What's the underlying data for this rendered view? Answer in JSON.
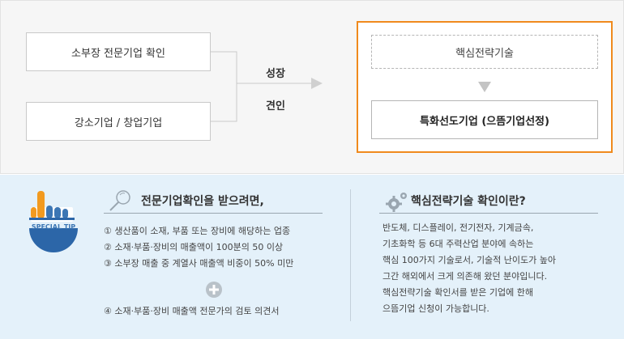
{
  "diagram": {
    "left_boxes": [
      "소부장 전문기업 확인",
      "강소기업 / 창업기업"
    ],
    "middle_labels": [
      "성장",
      "견인"
    ],
    "right_top": "핵심전략기술",
    "right_bottom": "특화선도기업 (으뜸기업선정)"
  },
  "tip": {
    "badge": "SPECIAL TIP",
    "section1": {
      "title": "전문기업확인을 받으려면,",
      "items": [
        "① 생산품이 소재, 부품 또는 장비에 해당하는 업종",
        "② 소재·부품·장비의 매출액이 100분의 50 이상",
        "③ 소부장 매출 중 계열사 매출액 비중이 50% 미만"
      ],
      "item4": "④ 소재·부품·장비 매출액 전문가의 검토 의견서"
    },
    "section2": {
      "title": "핵심전략기술 확인이란?",
      "lines": [
        "반도체, 디스플레이, 전기전자, 기계금속,",
        "기초화학 등 6대 주력산업 분야에 속하는",
        "핵심 100가지 기술로서, 기술적 난이도가 높아",
        "그간 해외에서 크게 의존해 왔던 분야입니다.",
        "핵심전략기술 확인서를 받은 기업에 한해",
        "으뜸기업 신청이 가능합니다."
      ]
    }
  },
  "colors": {
    "accent": "#f08a1d",
    "tip_blue": "#3c76b4",
    "tip_orange": "#f29a1f",
    "panel_bg": "#e4f1fa"
  }
}
